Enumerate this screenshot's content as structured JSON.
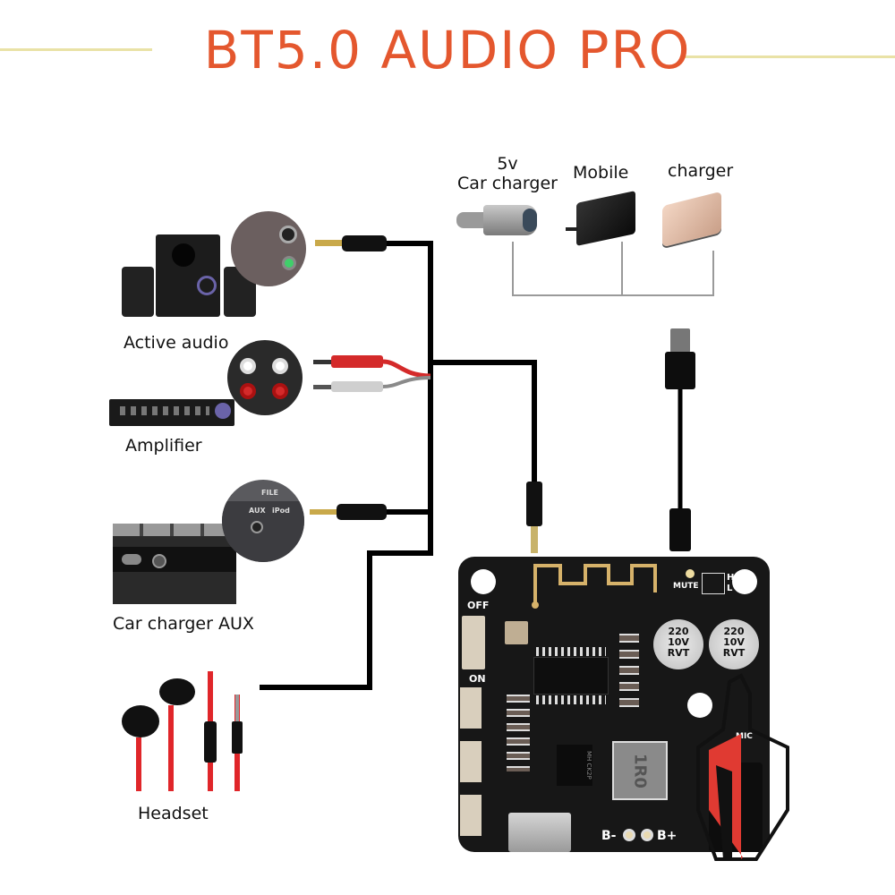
{
  "title": "BT5.0 AUDIO PRO",
  "colors": {
    "title": "#e4572e",
    "title_rule": "#e9e2a6",
    "wire": "#000000",
    "pcb": "#1a1a1a",
    "antenna_gold": "#d6b26a",
    "rca_red": "#d42a2a",
    "headset_red": "#e0262a",
    "charger_rose": "#e8c2ad",
    "logo_red": "#e03a32"
  },
  "power_sources": [
    {
      "label_line1": "5v",
      "label_line2": "Car charger",
      "icon": "car-charger-icon"
    },
    {
      "label_line1": "",
      "label_line2": "Mobile",
      "icon": "wall-adapter-icon"
    },
    {
      "label_line1": "",
      "label_line2": "charger",
      "icon": "power-bank-icon"
    }
  ],
  "devices": [
    {
      "label": "Active audio",
      "icon": "speaker-system-icon"
    },
    {
      "label": "Amplifier",
      "icon": "amplifier-icon"
    },
    {
      "label": "Car charger AUX",
      "icon": "car-stereo-icon"
    },
    {
      "label": "Headset",
      "icon": "earphones-icon"
    }
  ],
  "board": {
    "switch_off": "OFF",
    "switch_on": "ON",
    "mute": "MUTE",
    "gain_h": "H",
    "gain_l": "L",
    "mic": "MIC",
    "batt_neg": "B-",
    "batt_pos": "B+",
    "capacitor_1": [
      "220",
      "10V",
      "RVT"
    ],
    "capacitor_2": [
      "220",
      "10V",
      "RVT"
    ],
    "inductor": "1R0",
    "chip_small": "MH CK2P"
  },
  "car_stereo_inset": {
    "file": "FILE",
    "aux": "AUX",
    "ipod": "iPod"
  }
}
